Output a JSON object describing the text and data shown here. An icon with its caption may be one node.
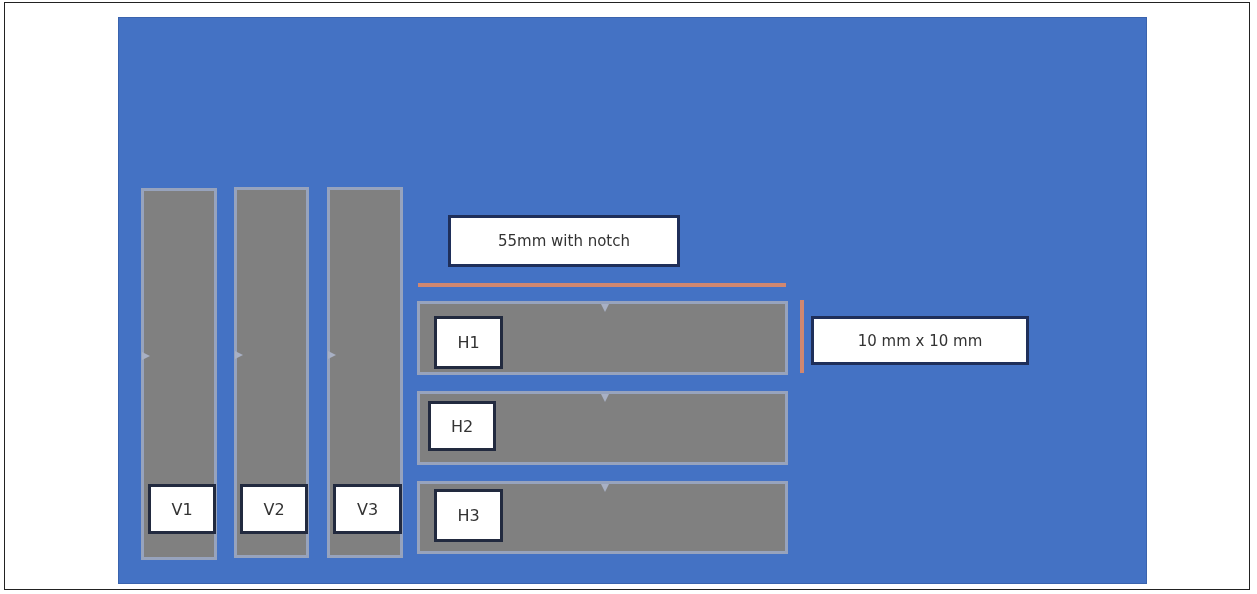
{
  "diagram": {
    "nodes": [
      {
        "text": [],
        "shape": "box"
      },
      {
        "text": [],
        "shape": "bar",
        "in": 0
      },
      {
        "text": [
          "V1"
        ],
        "in": 1
      },
      {
        "text": [],
        "shape": "bar",
        "in": 0
      },
      {
        "text": [
          "V2"
        ],
        "in": 3
      },
      {
        "text": [],
        "shape": "bar",
        "in": 0
      },
      {
        "text": [
          "V3"
        ],
        "in": 5
      },
      {
        "text": [
          "55mm with notch"
        ],
        "in": 0
      },
      {
        "text": [],
        "shape": "bar",
        "in": 0
      },
      {
        "text": [
          "H1"
        ],
        "in": 8
      },
      {
        "text": [
          "10 mm x 10 mm"
        ],
        "in": 0
      },
      {
        "text": [],
        "shape": "bar",
        "in": 0
      },
      {
        "text": [
          "H2"
        ],
        "in": 11
      },
      {
        "text": [],
        "shape": "bar",
        "in": 0
      },
      {
        "text": [
          "H3"
        ],
        "in": 13
      }
    ]
  }
}
